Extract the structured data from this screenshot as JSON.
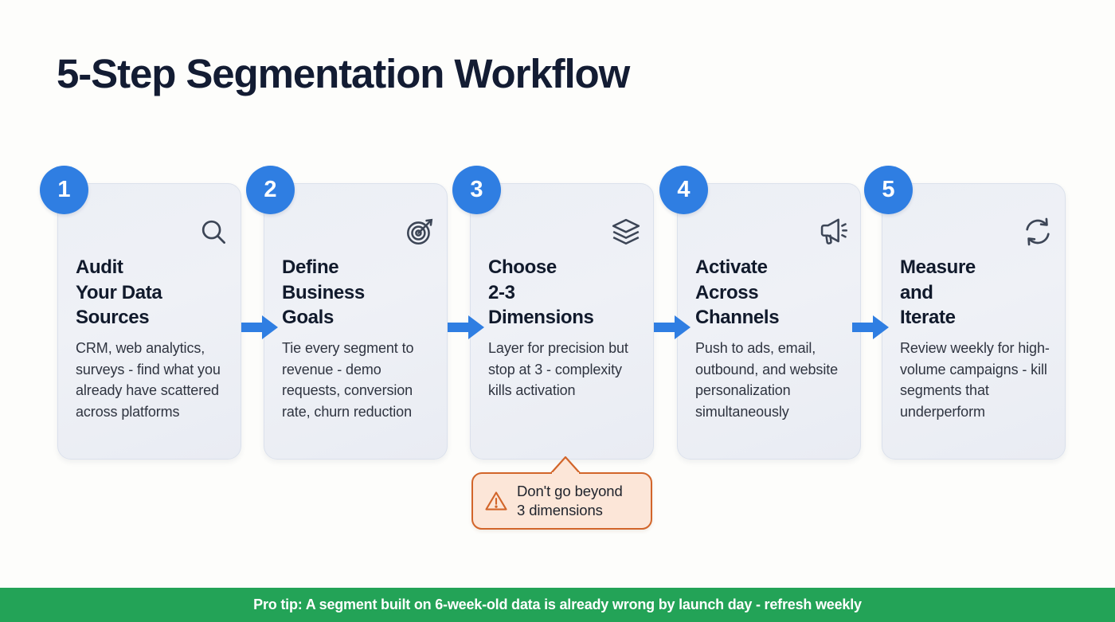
{
  "title": "5-Step Segmentation Workflow",
  "colors": {
    "background": "#fdfdfb",
    "title": "#131c33",
    "badge_blue": "#2f7ee2",
    "arrow_blue": "#2f7ee2",
    "card_bg": "#eef0f5",
    "card_border": "#dbe1ec",
    "callout_border": "#d2652a",
    "callout_bg": "#fce6d8",
    "banner_green": "#23a357",
    "banner_text": "#ffffff"
  },
  "steps": [
    {
      "number": "1",
      "icon": "search-icon",
      "title": "Audit\nYour Data\nSources",
      "body": "CRM, web analytics, surveys - find what you already have scattered across platforms"
    },
    {
      "number": "2",
      "icon": "target-icon",
      "title": "Define\nBusiness\nGoals",
      "body": "Tie every segment to revenue - demo requests, conversion rate, churn reduction"
    },
    {
      "number": "3",
      "icon": "layers-icon",
      "title": "Choose\n2-3\nDimensions",
      "body": "Layer for precision but stop at 3 - complexity kills activation"
    },
    {
      "number": "4",
      "icon": "megaphone-icon",
      "title": "Activate\nAcross\nChannels",
      "body": "Push to ads, email, outbound, and website personalization simultaneously"
    },
    {
      "number": "5",
      "icon": "refresh-icon",
      "title": "Measure\nand\nIterate",
      "body": "Review weekly for high-volume campaigns - kill segments that underperform"
    }
  ],
  "callout": {
    "icon": "warning-triangle-icon",
    "text": "Don't go beyond\n3 dimensions",
    "attached_to_step": "3"
  },
  "banner": {
    "text": "Pro tip: A segment built on 6-week-old data is already wrong by launch day - refresh weekly"
  }
}
